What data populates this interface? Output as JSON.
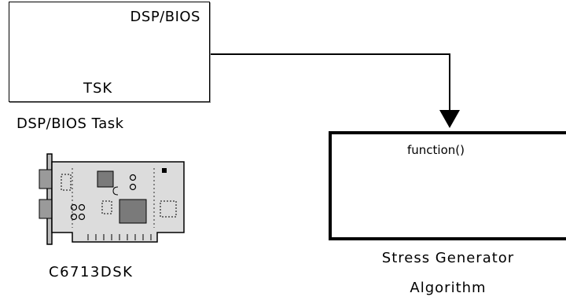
{
  "dsp_task": {
    "title": "DSP/BIOS",
    "port_label": "TSK",
    "caption": "DSP/BIOS Task"
  },
  "board": {
    "caption": "C6713DSK",
    "icon": "dsp-board-icon"
  },
  "stress_generator": {
    "port_label": "function()",
    "caption_line1": "Stress Generator",
    "caption_line2": "Algorithm"
  },
  "colors": {
    "line": "#000000",
    "board_fill": "#dcdcdc",
    "chip_dark": "#7a7a7a"
  }
}
